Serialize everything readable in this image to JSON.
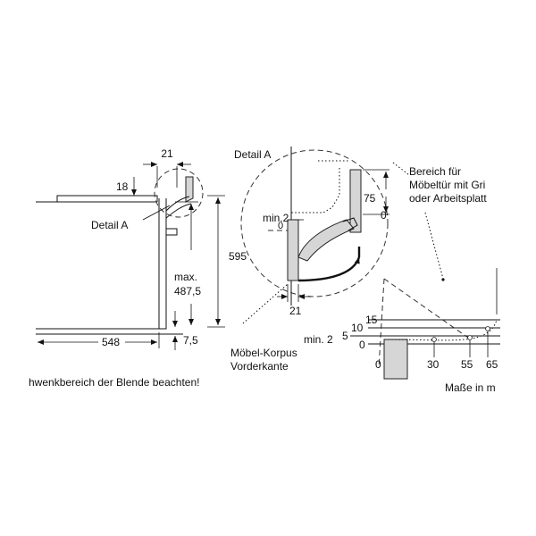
{
  "colors": {
    "ink": "#111111",
    "hatch": "#d6d6d6",
    "background": "#ffffff"
  },
  "left_view": {
    "dims": {
      "top_width": "21",
      "top_height": "18",
      "height": "595",
      "max_prefix": "max.",
      "max_value": "487,5",
      "bottom_gap": "7,5",
      "depth": "548"
    },
    "detail_label": "Detail A",
    "note": "hwenkbereich der Blende beachten!"
  },
  "detail_view": {
    "title": "Detail A",
    "min_label": "min.2",
    "zero_small": "0",
    "dim_75": "75",
    "dim_0": "0",
    "dim_21": "21",
    "area_label_lines": [
      "Bereich für",
      "Möbeltür mit Gri",
      "oder Arbeitsplatt"
    ],
    "corpus_label_lines": [
      "Möbel-Korpus",
      "Vorderkante"
    ]
  },
  "swing_chart": {
    "y_labels": [
      "15",
      "10",
      "5",
      "0"
    ],
    "min_label": "min. 2",
    "x_labels": [
      "0",
      "30",
      "55",
      "65"
    ]
  },
  "units_note": "Maße in m"
}
